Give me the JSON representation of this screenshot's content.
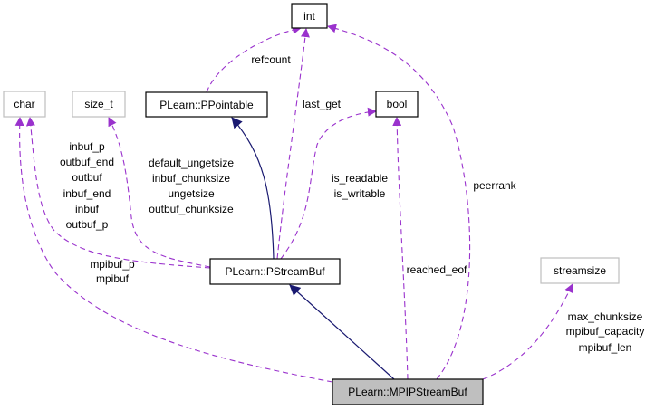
{
  "colors": {
    "usage_edge": "#9a32cd",
    "inherit_edge": "#191970",
    "main_node_fill": "#bfbfbf"
  },
  "nodes": {
    "int": "int",
    "char": "char",
    "size_t": "size_t",
    "ppointable": "PLearn::PPointable",
    "bool": "bool",
    "pstreambuf": "PLearn::PStreamBuf",
    "streamsize": "streamsize",
    "mpipstreambuf": "PLearn::MPIPStreamBuf"
  },
  "edge_labels": {
    "refcount": [
      "refcount"
    ],
    "last_get": [
      "last_get"
    ],
    "peerrank": [
      "peerrank"
    ],
    "bool_pstream": [
      "is_readable",
      "is_writable"
    ],
    "reached_eof": [
      "reached_eof"
    ],
    "size_t": [
      "default_ungetsize",
      "inbuf_chunksize",
      "ungetsize",
      "outbuf_chunksize"
    ],
    "char_pstream": [
      "inbuf_p",
      "outbuf_end",
      "outbuf",
      "inbuf_end",
      "inbuf",
      "outbuf_p"
    ],
    "char_mpip": [
      "mpibuf_p",
      "mpibuf"
    ],
    "streamsize": [
      "max_chunksize",
      "mpibuf_capacity",
      "mpibuf_len"
    ]
  }
}
